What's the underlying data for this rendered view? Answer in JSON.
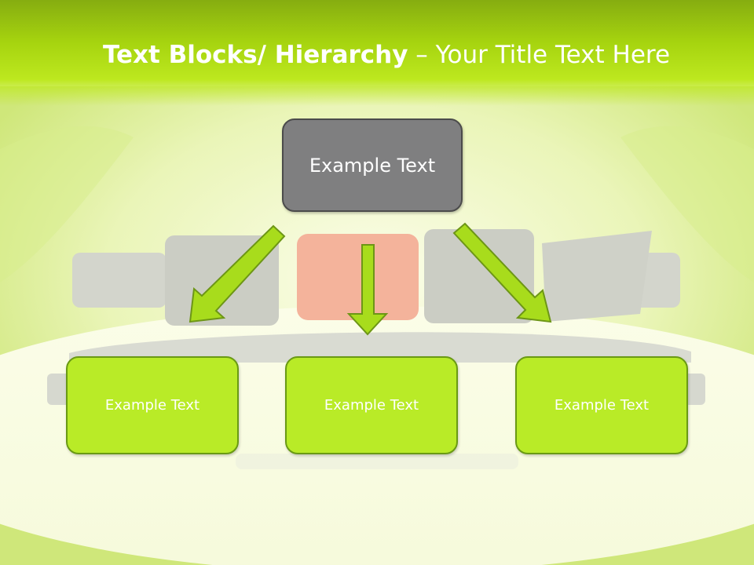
{
  "title": {
    "bold": "Text Blocks/ Hierarchy",
    "rest": " – Your Title Text Here"
  },
  "top_box": {
    "label": "Example Text"
  },
  "children": [
    {
      "label": "Example Text"
    },
    {
      "label": "Example Text"
    },
    {
      "label": "Example Text"
    }
  ],
  "colors": {
    "header": "#a6d40f",
    "top_box_fill": "#7f7f80",
    "child_box_fill": "#b9eb27",
    "arrow_fill": "#a8dc1c",
    "arrow_stroke": "#6d9616"
  }
}
